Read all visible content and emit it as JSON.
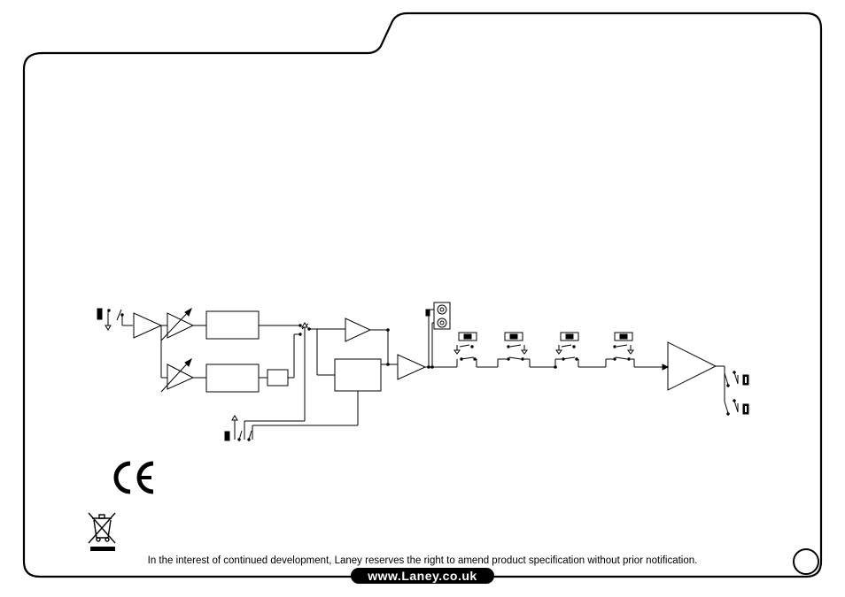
{
  "footer": {
    "disclaimer": "In the interest of continued development, Laney reserves the right to amend product specification without prior notification.",
    "website": "www.Laney.co.uk"
  },
  "marks": {
    "ce": "CE",
    "weee": "crossed-bin-icon"
  },
  "colors": {
    "ink": "#000000",
    "paper": "#ffffff"
  }
}
